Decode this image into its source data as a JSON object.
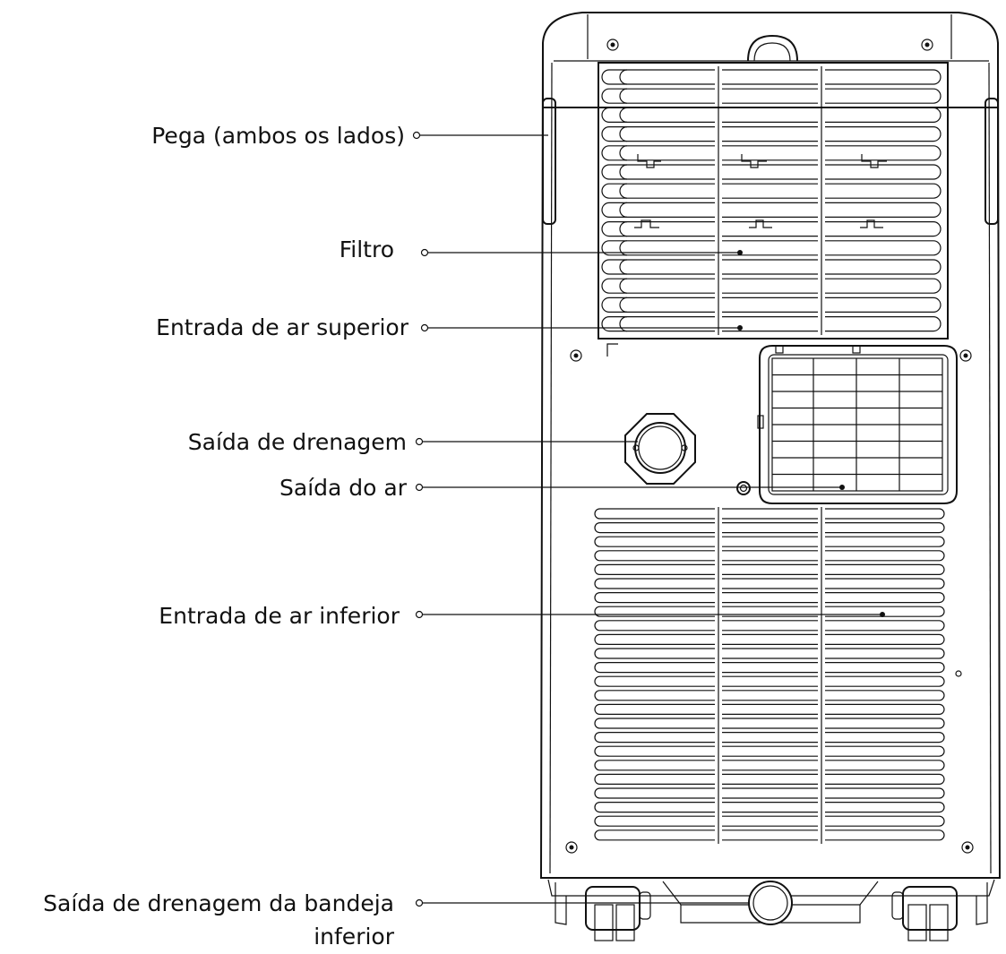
{
  "labels": {
    "handle": "Pega (ambos os lados)",
    "filter": "Filtro",
    "upper_air_inlet": "Entrada de ar superior",
    "drain_outlet": "Saída de drenagem",
    "air_outlet": "Saída do ar",
    "lower_air_inlet": "Entrada de ar inferior",
    "bottom_tray_drain_line1": "Saída de drenagem da bandeja",
    "bottom_tray_drain_line2": "inferior"
  },
  "colors": {
    "line": "#111111",
    "background": "#ffffff"
  }
}
